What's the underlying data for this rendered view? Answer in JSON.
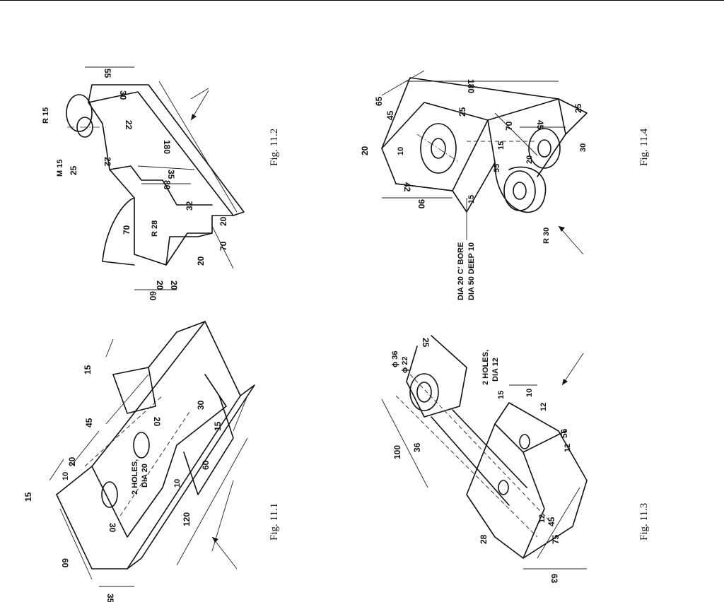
{
  "figures": {
    "fig_11_1": {
      "caption": "Fig. 11.1",
      "dims": [
        "15",
        "10",
        "20",
        "45",
        "15",
        "2 HOLES,",
        "DIA 20",
        "20",
        "30",
        "60",
        "30",
        "120",
        "15",
        "60",
        "10",
        "35"
      ]
    },
    "fig_11_2": {
      "caption": "Fig. 11.2",
      "dims": [
        "R 15",
        "M 15",
        "25",
        "55",
        "30",
        "22",
        "22",
        "35",
        "180",
        "80",
        "R 28",
        "70",
        "32",
        "20",
        "70",
        "20",
        "60",
        "20",
        "20"
      ]
    },
    "fig_11_3": {
      "caption": "Fig. 11.3",
      "dims": [
        "25",
        "ϕ 36",
        "ϕ 22",
        "100",
        "36",
        "2 HOLES,",
        "DIA 12",
        "15",
        "10",
        "12",
        "56",
        "12",
        "28",
        "12",
        "45",
        "75",
        "63"
      ]
    },
    "fig_11_4": {
      "caption": "Fig. 11.4",
      "dims": [
        "65",
        "180",
        "20",
        "45",
        "25",
        "10",
        "25",
        "45",
        "70",
        "15",
        "55",
        "30",
        "20",
        "42",
        "90",
        "15",
        "R 30",
        "DIA 20 C' BORE",
        "DIA 50 DEEP 10"
      ]
    }
  }
}
